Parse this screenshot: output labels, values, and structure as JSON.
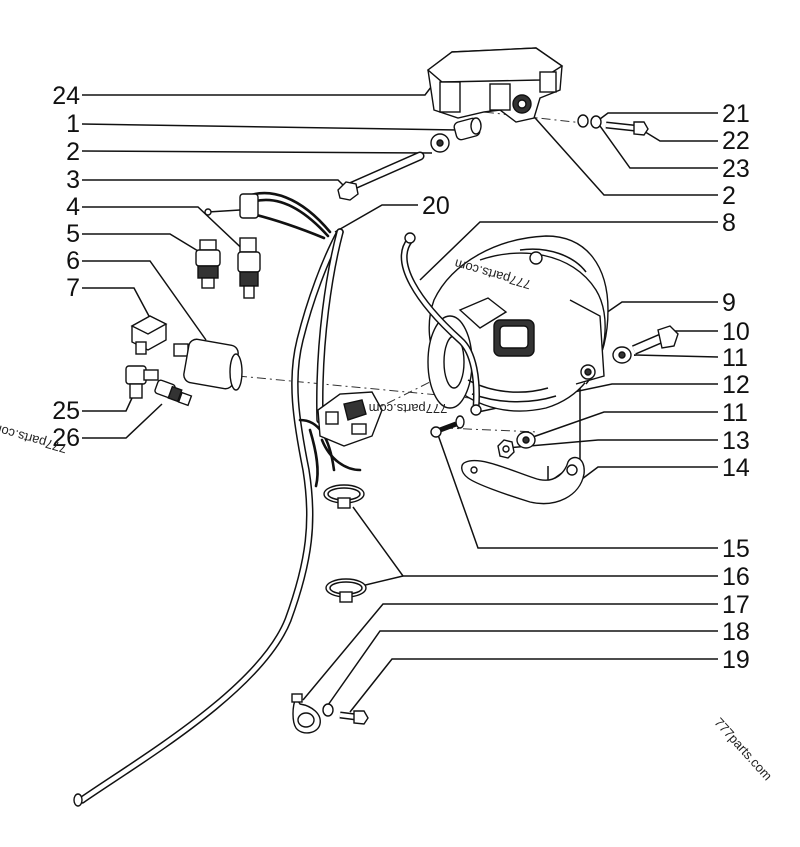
{
  "callouts": [
    {
      "id": "24",
      "label": "24"
    },
    {
      "id": "1",
      "label": "1"
    },
    {
      "id": "2a",
      "label": "2"
    },
    {
      "id": "3",
      "label": "3"
    },
    {
      "id": "4",
      "label": "4"
    },
    {
      "id": "5",
      "label": "5"
    },
    {
      "id": "6",
      "label": "6"
    },
    {
      "id": "7",
      "label": "7"
    },
    {
      "id": "25",
      "label": "25"
    },
    {
      "id": "26",
      "label": "26"
    },
    {
      "id": "20",
      "label": "20"
    },
    {
      "id": "21",
      "label": "21"
    },
    {
      "id": "22",
      "label": "22"
    },
    {
      "id": "23",
      "label": "23"
    },
    {
      "id": "2b",
      "label": "2"
    },
    {
      "id": "8",
      "label": "8"
    },
    {
      "id": "9",
      "label": "9"
    },
    {
      "id": "10",
      "label": "10"
    },
    {
      "id": "11a",
      "label": "11"
    },
    {
      "id": "12",
      "label": "12"
    },
    {
      "id": "11b",
      "label": "11"
    },
    {
      "id": "13",
      "label": "13"
    },
    {
      "id": "14",
      "label": "14"
    },
    {
      "id": "15",
      "label": "15"
    },
    {
      "id": "16",
      "label": "16"
    },
    {
      "id": "17",
      "label": "17"
    },
    {
      "id": "18",
      "label": "18"
    },
    {
      "id": "19",
      "label": "19"
    }
  ],
  "watermarks": [
    "777parts.com",
    "777parts.com",
    "777parts.com",
    "777parts.com"
  ]
}
